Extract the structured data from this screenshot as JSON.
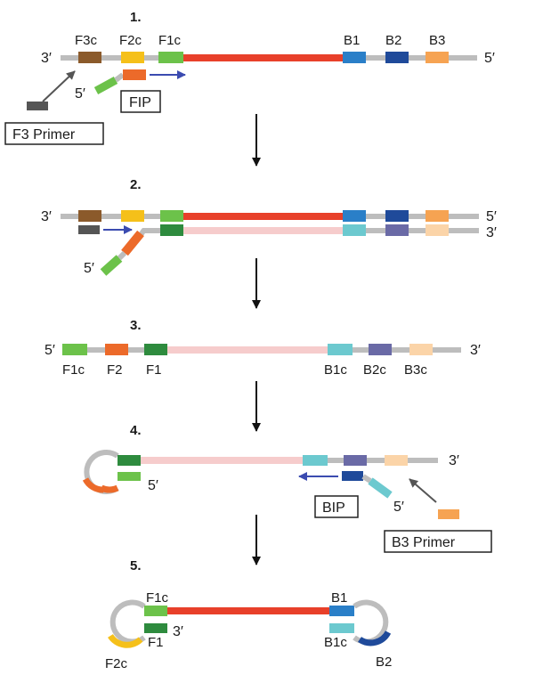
{
  "steps": [
    {
      "number": "1.",
      "top_ends": [
        "3′",
        "5′"
      ],
      "top_labels": [
        "F3c",
        "F2c",
        "F1c",
        "B1",
        "B2",
        "B3"
      ],
      "primer_end": "5′",
      "fip_label": "FIP",
      "f3_primer_label": "F3 Primer"
    },
    {
      "number": "2.",
      "top_ends": [
        "3′",
        "5′"
      ],
      "bottom_end": "3′",
      "strand_end": "5′"
    },
    {
      "number": "3.",
      "ends": [
        "5′",
        "3′"
      ],
      "labels": [
        "F1c",
        "F2",
        "F1",
        "B1c",
        "B2c",
        "B3c"
      ]
    },
    {
      "number": "4.",
      "right_end": "3′",
      "left_end": "5′",
      "primer_end": "5′",
      "bip_label": "BIP",
      "b3_primer_label": "B3 Primer"
    },
    {
      "number": "5.",
      "labels": [
        "F1c",
        "F1",
        "3′",
        "F2c",
        "B1",
        "B1c",
        "B2"
      ]
    }
  ],
  "colors": {
    "backbone": "#bdbdbd",
    "red": "#e8402a",
    "pink": "#f6cccc",
    "f3c": "#8b5a2b",
    "f2c": "#f5c01a",
    "f2": "#ec6a2a",
    "f1c": "#6cc24a",
    "f1": "#2e8b3e",
    "b1": "#2a7fc8",
    "b2": "#1f4a9a",
    "b3": "#f6a352",
    "b1c": "#6cc9cf",
    "b2c": "#6a6aa6",
    "b3c": "#fbd4a8",
    "primer_dark": "#555555",
    "arrow_blue": "#3b4bb0"
  }
}
